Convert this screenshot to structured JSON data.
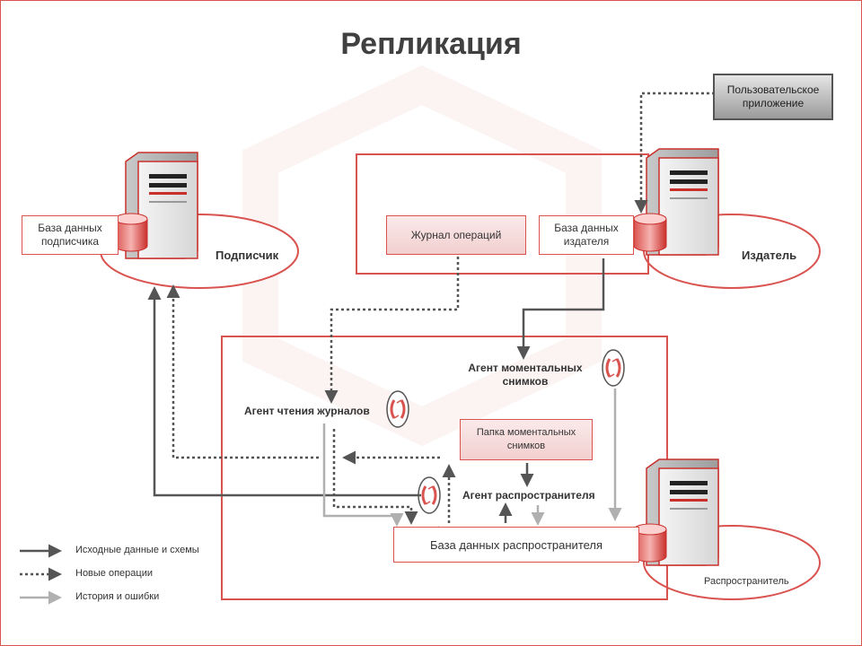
{
  "title": "Репликация",
  "labels": {
    "subscriber_db": "База данных подписчика",
    "subscriber": "Подписчик",
    "user_app": "Пользовательское приложение",
    "op_log": "Журнал операций",
    "publisher_db": "База данных издателя",
    "publisher": "Издатель",
    "snapshot_agent": "Агент моментальных снимков",
    "log_reader_agent": "Агент чтения журналов",
    "snapshot_folder": "Папка моментальных снимков",
    "distribution_agent": "Агент распространителя",
    "distributor_db": "База данных распространителя",
    "distributor": "Распространитель"
  },
  "legend": [
    {
      "style": "solid",
      "label": "Исходные данные и схемы",
      "color": "#555555"
    },
    {
      "style": "dotted",
      "label": "Новые операции",
      "color": "#555555"
    },
    {
      "style": "gray",
      "label": "История и ошибки",
      "color": "#b0b0b0"
    }
  ],
  "colors": {
    "accent": "#d9534f",
    "dark_line": "#555555",
    "gray_line": "#b0b0b0"
  },
  "icons": {
    "server": "server-icon",
    "database": "database-icon",
    "agent": "agent-cycle-icon"
  }
}
